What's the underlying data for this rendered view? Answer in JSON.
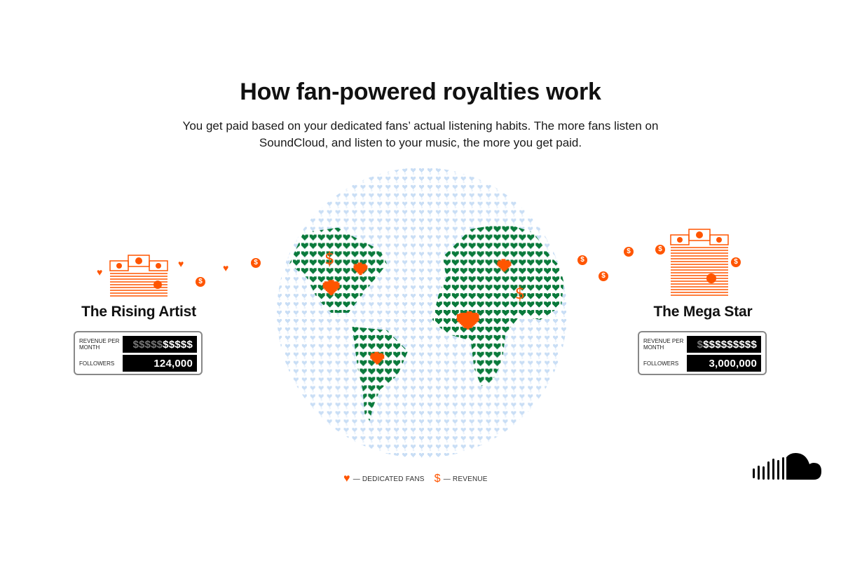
{
  "header": {
    "title": "How fan-powered royalties work",
    "subtitle": "You get paid based on your dedicated fans’ actual listening habits. The more fans listen on SoundCloud, and listen to your music, the more you get paid."
  },
  "colors": {
    "accent_orange": "#ff5500",
    "land_green": "#0a7a3c",
    "ocean_blue": "#cfe3f7",
    "text": "#111111"
  },
  "left_artist": {
    "name": "The Rising Artist",
    "revenue_label": "REVENUE PER MONTH",
    "revenue_dim": "$$$$$",
    "revenue_bright": "$$$$$",
    "followers_label": "FOLLOWERS",
    "followers_value": "124,000",
    "icon": "money-stack-icon"
  },
  "right_artist": {
    "name": "The Mega Star",
    "revenue_label": "REVENUE PER MONTH",
    "revenue_dim": "$",
    "revenue_bright": "$$$$$$$$$",
    "followers_label": "FOLLOWERS",
    "followers_value": "3,000,000",
    "icon": "money-stack-icon"
  },
  "legend": {
    "fans_label": "— DEDICATED FANS",
    "revenue_label": "— REVENUE",
    "fans_icon": "heart-icon",
    "revenue_icon": "dollar-icon"
  },
  "logo": {
    "name": "soundcloud-logo-icon"
  }
}
